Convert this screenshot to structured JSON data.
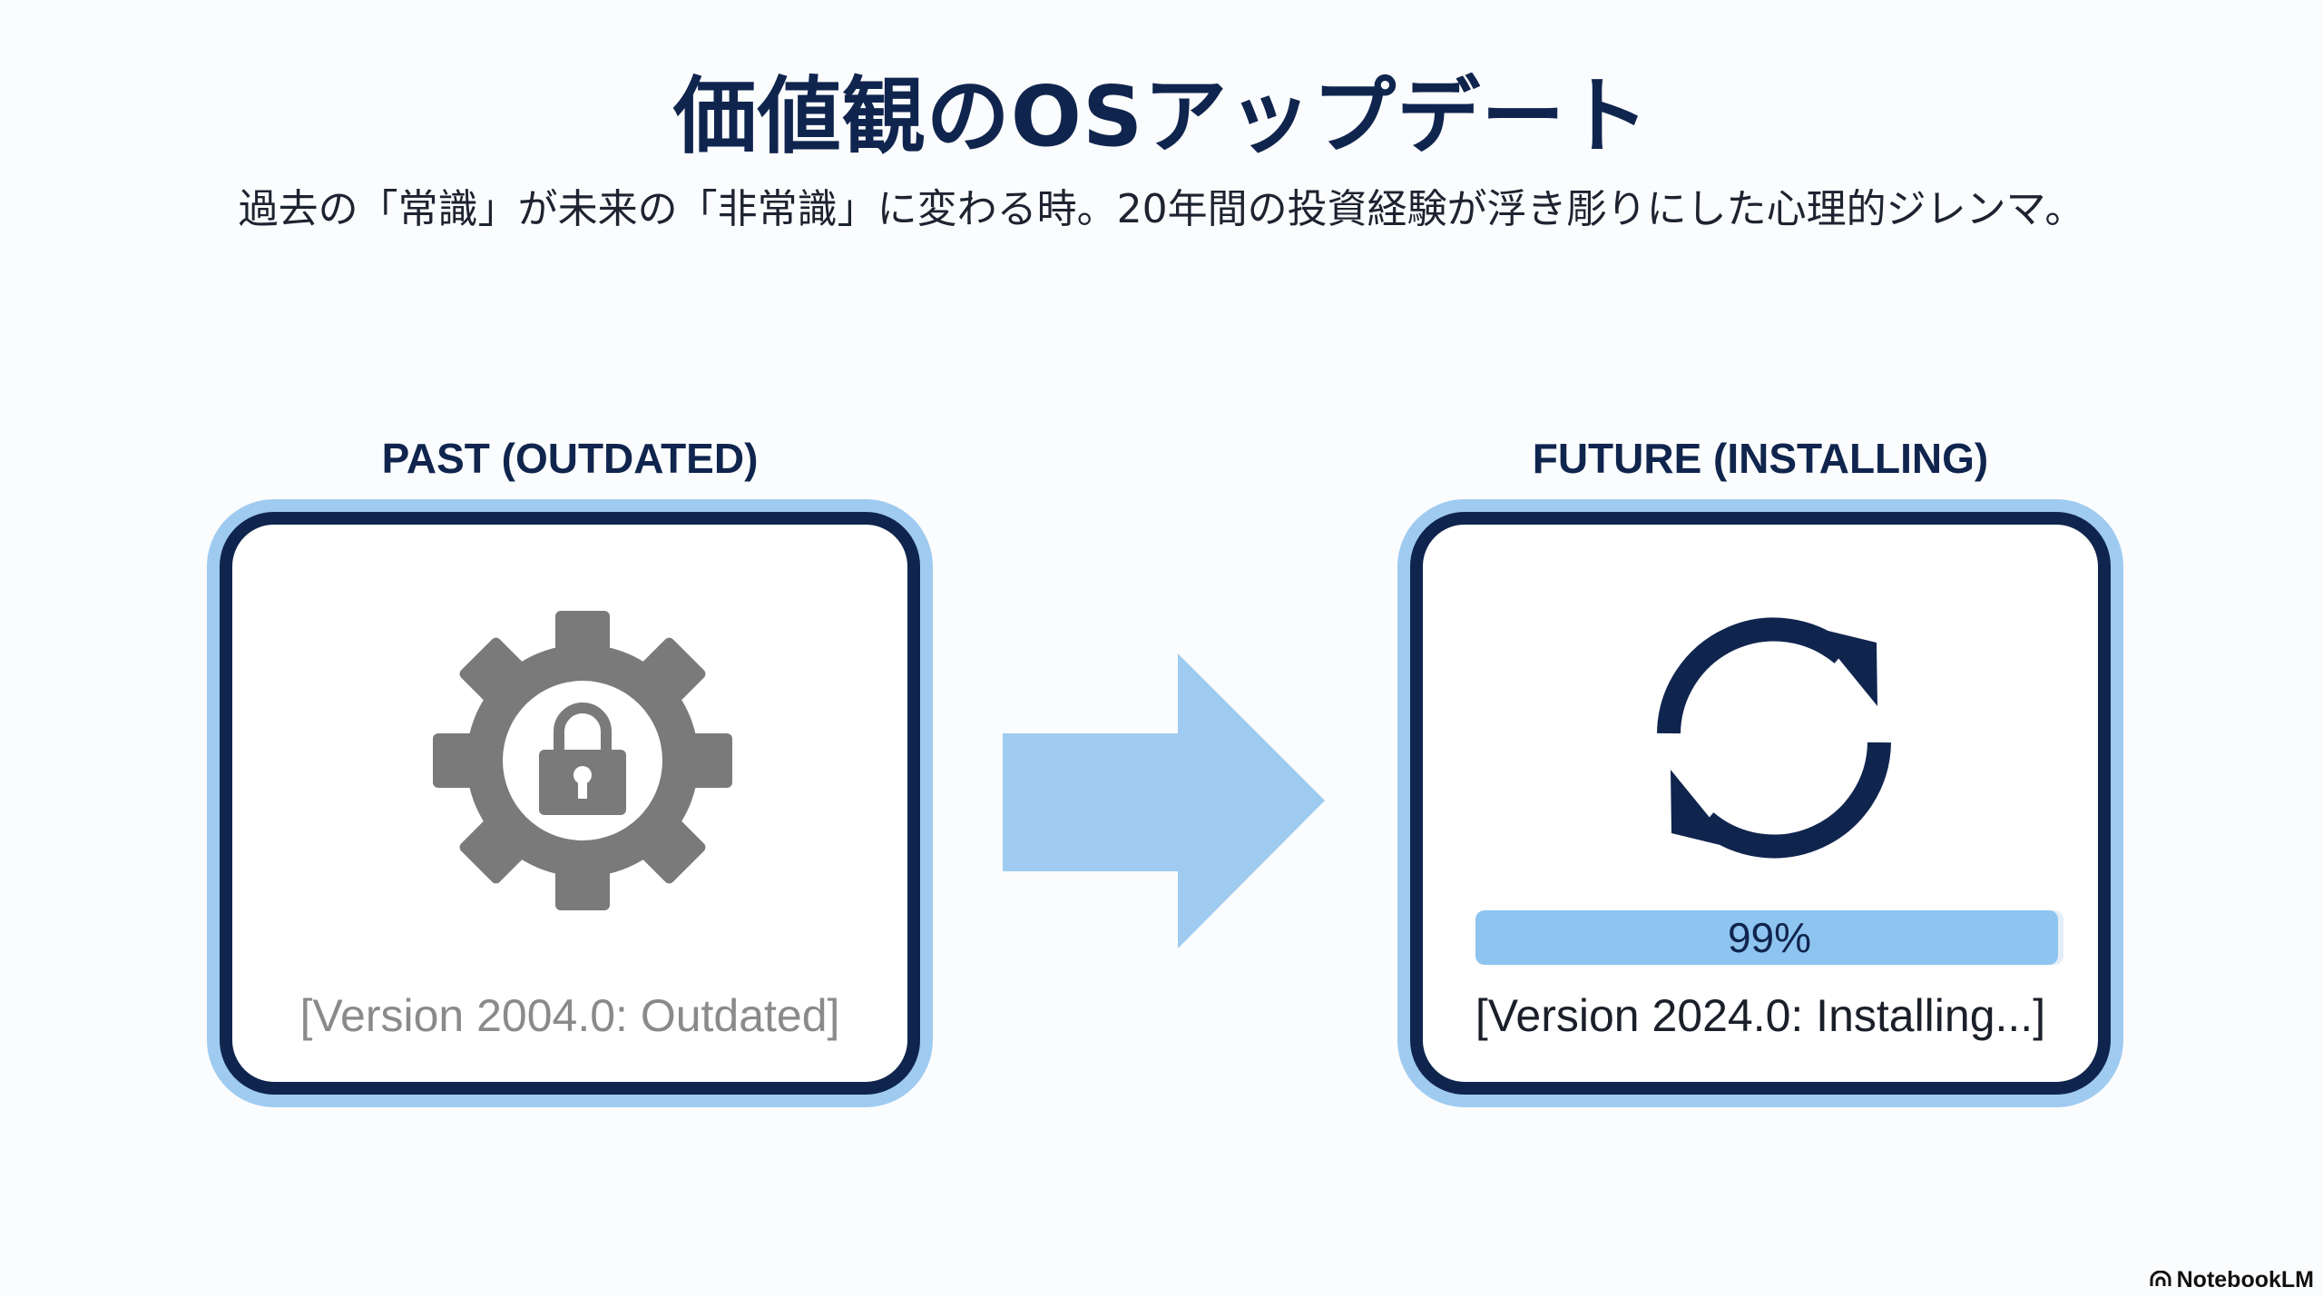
{
  "slide": {
    "title": "価値観のOSアップデート",
    "subtitle": "過去の「常識」が未来の「非常識」に変わる時。20年間の投資経験が浮き彫りにした心理的ジレンマ。"
  },
  "past_panel": {
    "label": "PAST (OUTDATED)",
    "icon": "gear-with-lock-icon",
    "version_text": "[Version 2004.0: Outdated]"
  },
  "transition": {
    "icon": "right-arrow-icon"
  },
  "future_panel": {
    "label": "FUTURE (INSTALLING)",
    "icon": "sync-icon",
    "progress": {
      "label": "99%",
      "percent": 99
    },
    "version_text": "[Version 2024.0: Installing...]"
  },
  "branding": {
    "name": "NotebookLM",
    "icon": "notebooklm-logo-icon"
  },
  "colors": {
    "navy": "#10254e",
    "light_blue": "#9fcbf1",
    "gear_gray": "#7a7a7a",
    "outdated_text": "#8a8a8a",
    "arrow_blue": "#9fcbf1"
  }
}
